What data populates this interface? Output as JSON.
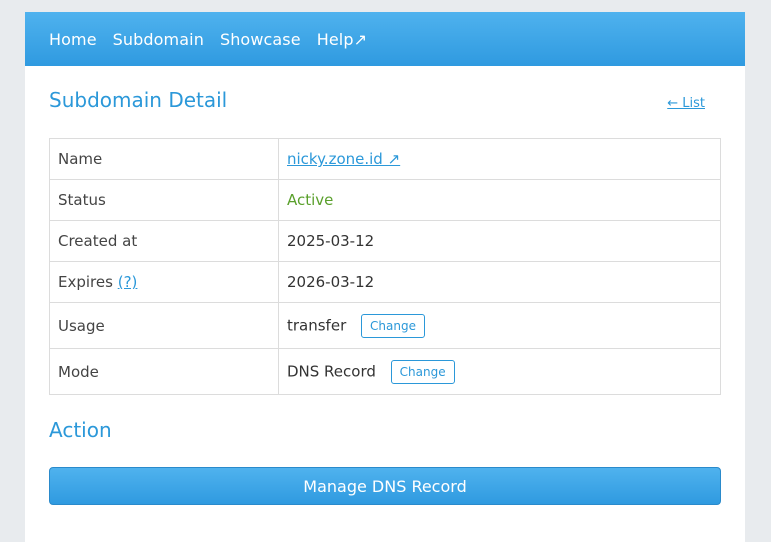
{
  "nav": {
    "items": [
      {
        "label": "Home"
      },
      {
        "label": "Subdomain"
      },
      {
        "label": "Showcase"
      },
      {
        "label": "Help↗"
      }
    ]
  },
  "header": {
    "title": "Subdomain Detail",
    "list_link": "← List"
  },
  "details": {
    "name_label": "Name",
    "name_value": "nicky.zone.id ↗",
    "status_label": "Status",
    "status_value": "Active",
    "created_label": "Created at",
    "created_value": "2025-03-12",
    "expires_label": "Expires",
    "expires_help": "(?)",
    "expires_value": "2026-03-12",
    "usage_label": "Usage",
    "usage_value": "transfer",
    "usage_change": "Change",
    "mode_label": "Mode",
    "mode_value": "DNS Record",
    "mode_change": "Change"
  },
  "action": {
    "title": "Action",
    "manage_button": "Manage DNS Record"
  },
  "colors": {
    "accent": "#2b98d9",
    "status_active": "#5aa02c",
    "background": "#e8ebee"
  }
}
